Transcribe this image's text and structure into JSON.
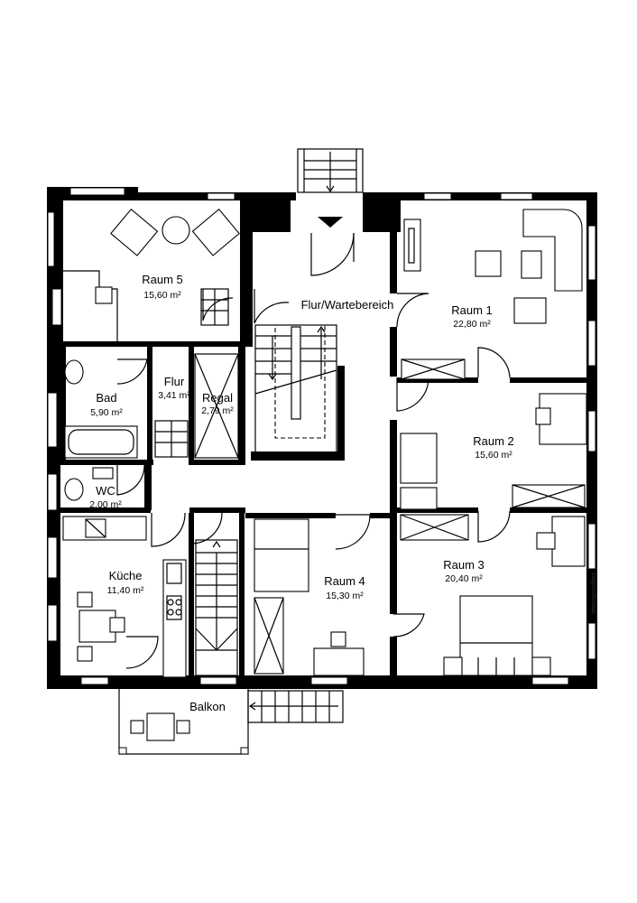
{
  "rooms": [
    {
      "id": "raum5",
      "name": "Raum 5",
      "area": "15,60 m²"
    },
    {
      "id": "flur-warte",
      "name": "Flur/Wartebereich",
      "area": ""
    },
    {
      "id": "raum1",
      "name": "Raum 1",
      "area": "22,80 m²"
    },
    {
      "id": "bad",
      "name": "Bad",
      "area": "5,90 m²"
    },
    {
      "id": "flur",
      "name": "Flur",
      "area": "3,41 m²"
    },
    {
      "id": "regal",
      "name": "Regal",
      "area": "2,79 m²"
    },
    {
      "id": "raum2",
      "name": "Raum 2",
      "area": "15,60 m²"
    },
    {
      "id": "wc",
      "name": "WC",
      "area": "2,00 m²"
    },
    {
      "id": "kueche",
      "name": "Küche",
      "area": "11,40 m²"
    },
    {
      "id": "raum4",
      "name": "Raum 4",
      "area": "15,30 m²"
    },
    {
      "id": "raum3",
      "name": "Raum 3",
      "area": "20,40 m²"
    },
    {
      "id": "balkon",
      "name": "Balkon",
      "area": ""
    }
  ],
  "watermark": "Immogrundriss"
}
